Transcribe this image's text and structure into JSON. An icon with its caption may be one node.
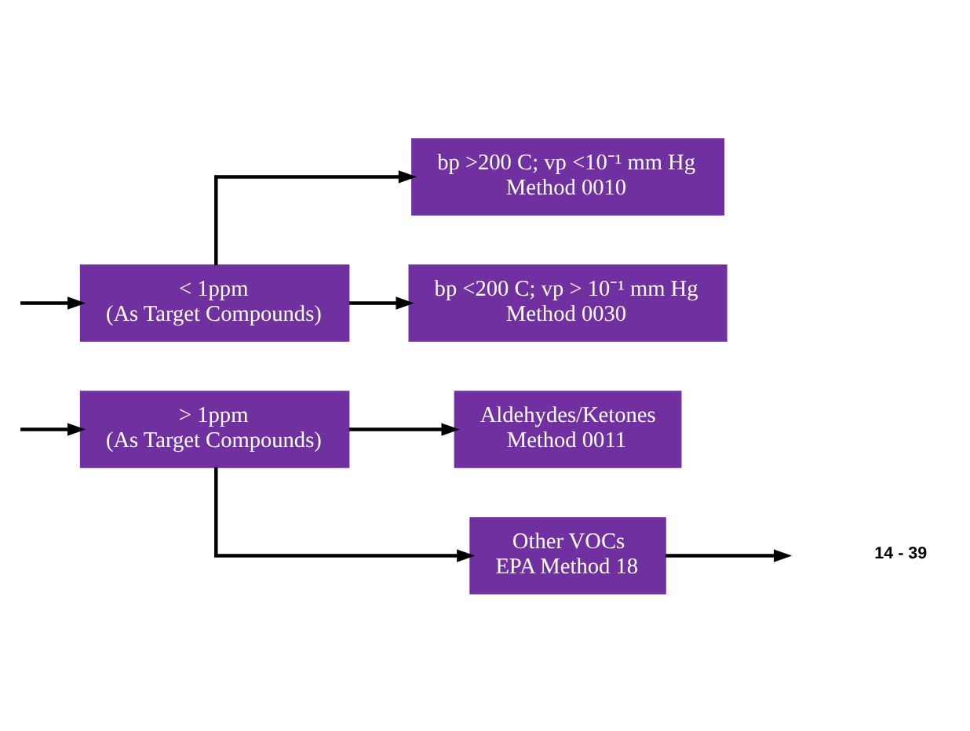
{
  "diagram": {
    "nodes": [
      {
        "text": [
          "< 1ppm",
          "(As Target Compounds)"
        ]
      },
      {
        "text": [
          "bp >200 C; vp <10⁻¹ mm Hg",
          "Method 0010"
        ]
      },
      {
        "text": [
          "bp <200 C; vp > 10⁻¹ mm Hg",
          "Method 0030"
        ]
      },
      {
        "text": [
          "> 1ppm",
          "(As Target Compounds)"
        ]
      },
      {
        "text": [
          "Aldehydes/Ketones",
          "Method 0011"
        ]
      },
      {
        "text": [
          "Other VOCs",
          "EPA Method 18"
        ]
      }
    ],
    "edges": [
      {
        "from": null,
        "to": 0,
        "arrow": "to"
      },
      {
        "from": 0,
        "to": 1,
        "arrow": "to"
      },
      {
        "from": 0,
        "to": 2,
        "arrow": "to"
      },
      {
        "from": null,
        "to": 3,
        "arrow": "to"
      },
      {
        "from": 3,
        "to": 4,
        "arrow": "to"
      },
      {
        "from": 3,
        "to": 5,
        "arrow": "to"
      },
      {
        "from": 5,
        "to": null,
        "arrow": "to"
      }
    ],
    "labels": [
      "14 - 39"
    ]
  }
}
